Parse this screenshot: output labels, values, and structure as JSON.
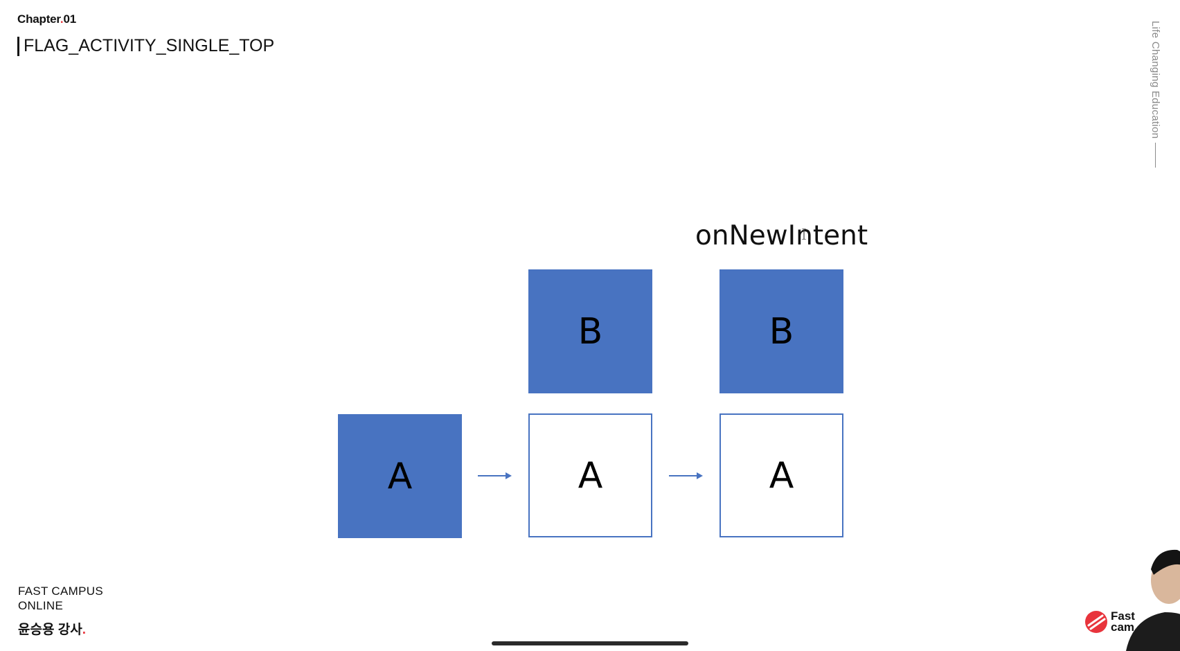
{
  "header": {
    "chapter_word": "Chapter",
    "chapter_dot": ".",
    "chapter_num": "01",
    "title": "FLAG_ACTIVITY_SINGLE_TOP"
  },
  "side_caption": "Life Changing Education",
  "diagram": {
    "annotation": "onNewIntent",
    "stacks": [
      {
        "items": [
          {
            "label": "A",
            "style": "filled"
          }
        ]
      },
      {
        "items": [
          {
            "label": "B",
            "style": "filled"
          },
          {
            "label": "A",
            "style": "outline"
          }
        ]
      },
      {
        "items": [
          {
            "label": "B",
            "style": "filled"
          },
          {
            "label": "A",
            "style": "outline"
          }
        ]
      }
    ],
    "accent_color": "#4873c1"
  },
  "footer": {
    "brand_line1": "FAST CAMPUS",
    "brand_line2": "ONLINE",
    "instructor": "윤승용 강사",
    "instructor_dot": ".",
    "logo_line1": "Fast",
    "logo_line2": "cam",
    "accent_color": "#e8343c"
  }
}
